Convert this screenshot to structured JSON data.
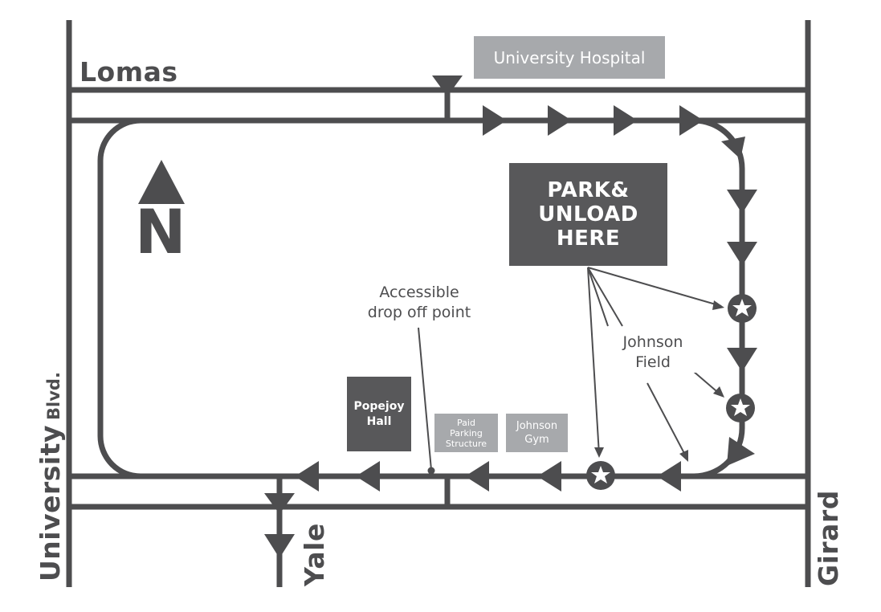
{
  "streets": {
    "lomas": "Lomas",
    "university_word": "University",
    "university_suffix": "Blvd.",
    "yale": "Yale",
    "girard": "Girard"
  },
  "buildings": {
    "university_hospital": "University Hospital",
    "popejoy_hall": "Popejoy\nHall",
    "paid_parking": "Paid\nParking\nStructure",
    "johnson_gym": "Johnson\nGym"
  },
  "callouts": {
    "park_unload": "PARK&\nUNLOAD\nHERE",
    "accessible": "Accessible\ndrop off point",
    "johnson_field": "Johnson\nField"
  },
  "compass": {
    "letter": "N"
  },
  "colors": {
    "road": "#4d4d4f",
    "dark_box": "#58585a",
    "light_box": "#a7a9ac",
    "background": "#ffffff"
  },
  "markers": [
    "star-marker",
    "star-marker",
    "star-marker"
  ]
}
